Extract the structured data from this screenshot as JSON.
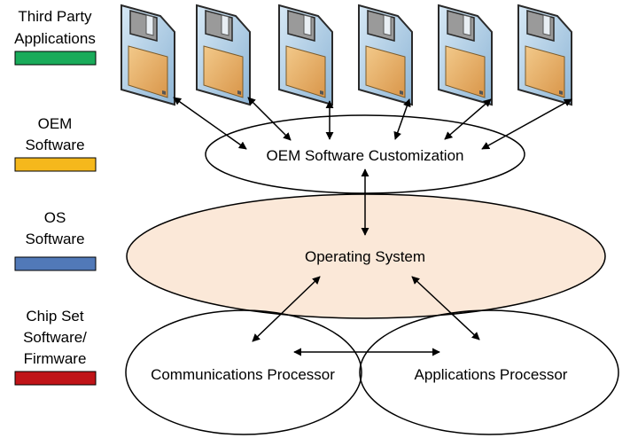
{
  "legend": [
    {
      "lines": [
        "Third Party",
        "Applications"
      ],
      "color": "#1aab5a"
    },
    {
      "lines": [
        "OEM",
        "Software"
      ],
      "color": "#f5b81c"
    },
    {
      "lines": [
        "OS",
        "Software"
      ],
      "color": "#5179b8"
    },
    {
      "lines": [
        "Chip Set",
        "Software/",
        "Firmware"
      ],
      "color": "#c01418"
    }
  ],
  "nodes": {
    "oem": "OEM Software Customization",
    "os": "Operating System",
    "comm": "Communications Processor",
    "apps": "Applications Processor"
  },
  "icons": {
    "type": "floppy-disk-icon",
    "count": 6,
    "disk_color": "#b8d4e8",
    "label_color": "#e8b06a"
  },
  "colors": {
    "os_fill": "#fbe8d8",
    "node_fill": "#ffffff",
    "stroke": "#000000"
  }
}
